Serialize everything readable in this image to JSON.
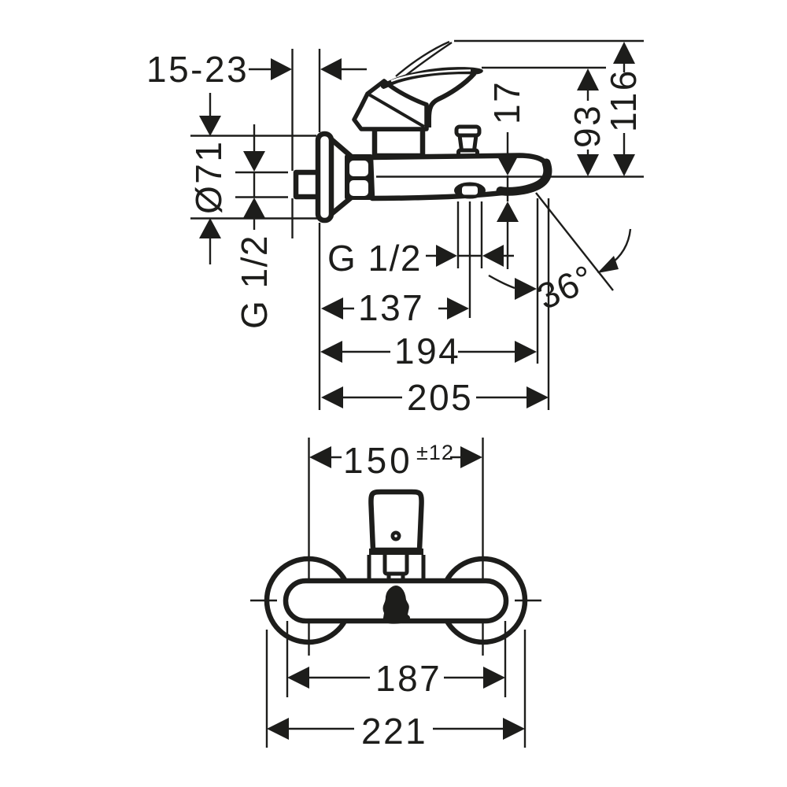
{
  "side_view": {
    "wall_depth": "15-23",
    "escutcheon_diameter": "Ø71",
    "wall_connection_thread": "G 1/2",
    "spout_outlet_thread": "G 1/2",
    "aerator_drop": "17",
    "lever_height": "93",
    "lever_height_raised": "116",
    "aerator_distance": "137",
    "spout_reach": "194",
    "total_projection": "205",
    "spout_angle": "36°"
  },
  "front_view": {
    "connection_spacing": "150",
    "connection_tolerance": "±12",
    "body_width": "187",
    "overall_width": "221"
  }
}
